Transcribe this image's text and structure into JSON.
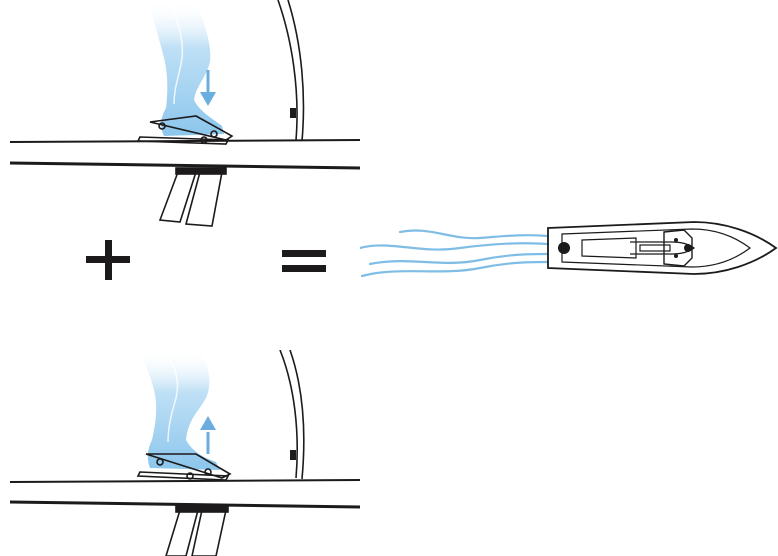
{
  "colors": {
    "ink": "#1c1a1a",
    "water": "#7fbde6",
    "leg": "#9fd0f0",
    "leg_light": "#cfe7f7",
    "arrow": "#6aaee0",
    "deck": "#ffffff"
  },
  "panels": [
    {
      "id": "top-stroke",
      "action": "press-down",
      "arrow_icon": "down-arrow-icon"
    },
    {
      "id": "bottom-stroke",
      "action": "release-up",
      "arrow_icon": "up-arrow-icon"
    }
  ],
  "operators": {
    "plus": "plus-icon",
    "equals": "equals-icon"
  },
  "result": {
    "wake_icon": "water-wake-icon",
    "boat_icon": "kayak-top-view-icon"
  }
}
